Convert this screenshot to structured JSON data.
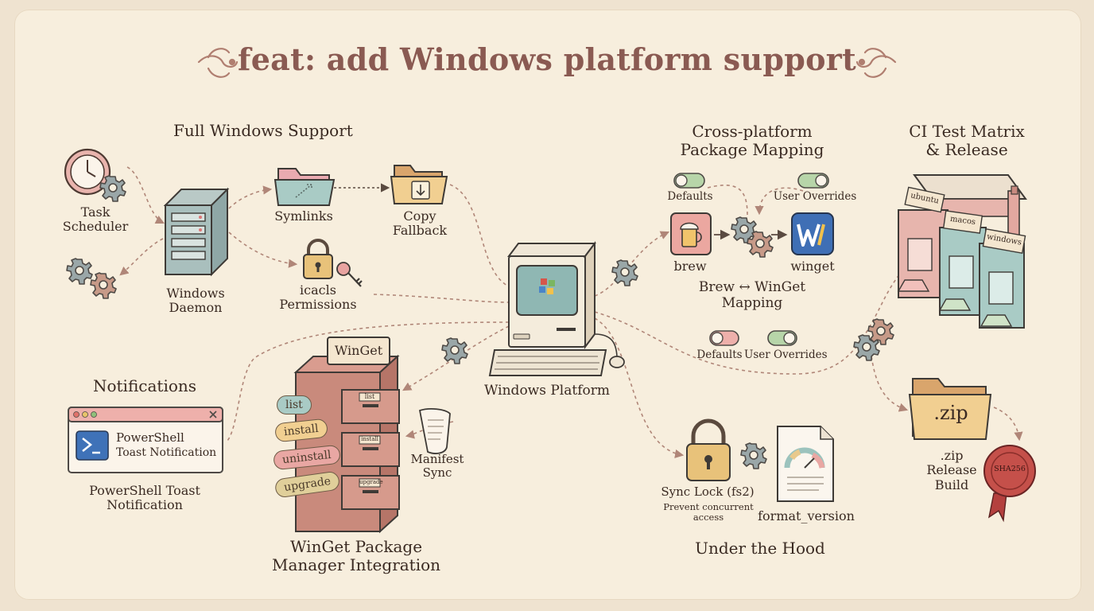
{
  "title": "feat: add Windows platform support",
  "sections": {
    "full_windows": {
      "heading": "Full Windows Support",
      "task_scheduler": "Task\nScheduler",
      "windows_daemon": "Windows\nDaemon",
      "symlinks": "Symlinks",
      "copy_fallback": "Copy\nFallback",
      "icacls": "icacls\nPermissions"
    },
    "center": {
      "label": "Windows Platform"
    },
    "notifications": {
      "heading": "Notifications",
      "toast_title": "PowerShell",
      "toast_body": "Toast Notification",
      "caption": "PowerShell Toast\nNotification"
    },
    "winget": {
      "sign": "WinGet",
      "commands": [
        "list",
        "install",
        "uninstall",
        "upgrade"
      ],
      "drawer_tags": [
        "list",
        "install",
        "upgrade"
      ],
      "manifest": "Manifest\nSync",
      "caption": "WinGet Package\nManager Integration"
    },
    "mapping": {
      "heading": "Cross-platform\nPackage Mapping",
      "toggle_defaults": "Defaults",
      "toggle_overrides": "User Overrides",
      "brew": "brew",
      "winget": "winget",
      "caption": "Brew ↔ WinGet\nMapping",
      "toggle_defaults_2": "Defaults",
      "toggle_overrides_2": "User Overrides"
    },
    "ci": {
      "heading": "CI Test Matrix\n& Release",
      "machines": [
        "ubuntu",
        "macos",
        "windows"
      ],
      "zip_label": ".zip",
      "release": ".zip\nRelease\nBuild",
      "seal": "SHA256"
    },
    "hood": {
      "heading": "Under the Hood",
      "sync_lock": "Sync Lock (fs2)",
      "sync_lock_sub": "Prevent concurrent\naccess",
      "format_version": "format_version"
    }
  },
  "colors": {
    "background": "#f7eedd",
    "title": "#8a5a52",
    "pink": "#e9a7a3",
    "teal": "#9cc3bd",
    "tan": "#e8c98c",
    "wood": "#c98a7c",
    "ink": "#3a2a22"
  },
  "icons": [
    "clock-icon",
    "gear-icon",
    "server-icon",
    "folder-icon",
    "padlock-icon",
    "key-icon",
    "computer-icon",
    "toast-icon",
    "cabinet-icon",
    "scroll-icon",
    "beer-mug-icon",
    "winget-logo-icon",
    "toggle-icon",
    "factory-icon",
    "zip-folder-icon",
    "wax-seal-icon",
    "document-gauge-icon"
  ]
}
